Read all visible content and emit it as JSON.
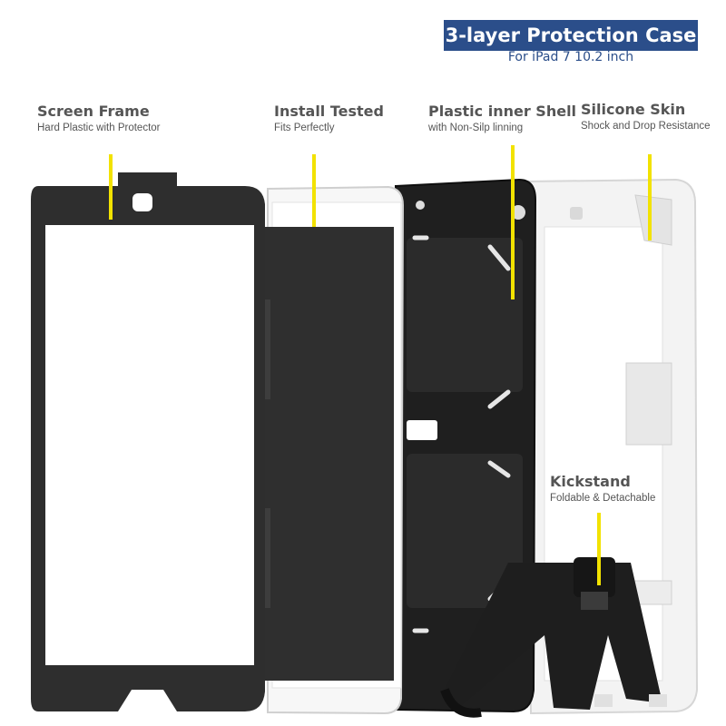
{
  "header": {
    "title": "3-layer Protection Case",
    "subtitle": "For iPad 7 10.2 inch"
  },
  "callouts": [
    {
      "title": "Screen Frame",
      "subtitle": "Hard Plastic with Protector"
    },
    {
      "title": "Install Tested",
      "subtitle": "Fits Perfectly"
    },
    {
      "title": "Plastic inner Shell",
      "subtitle": "with Non-Silp linning"
    },
    {
      "title": "Silicone Skin",
      "subtitle": "Shock and Drop Resistance"
    },
    {
      "title": "Kickstand",
      "subtitle": "Foldable & Detachable"
    }
  ],
  "colors": {
    "title_bg": "#2b4e8a",
    "pointer": "#f2e200",
    "frame": "#2e2e2e",
    "skin": "#f2f2f2"
  }
}
